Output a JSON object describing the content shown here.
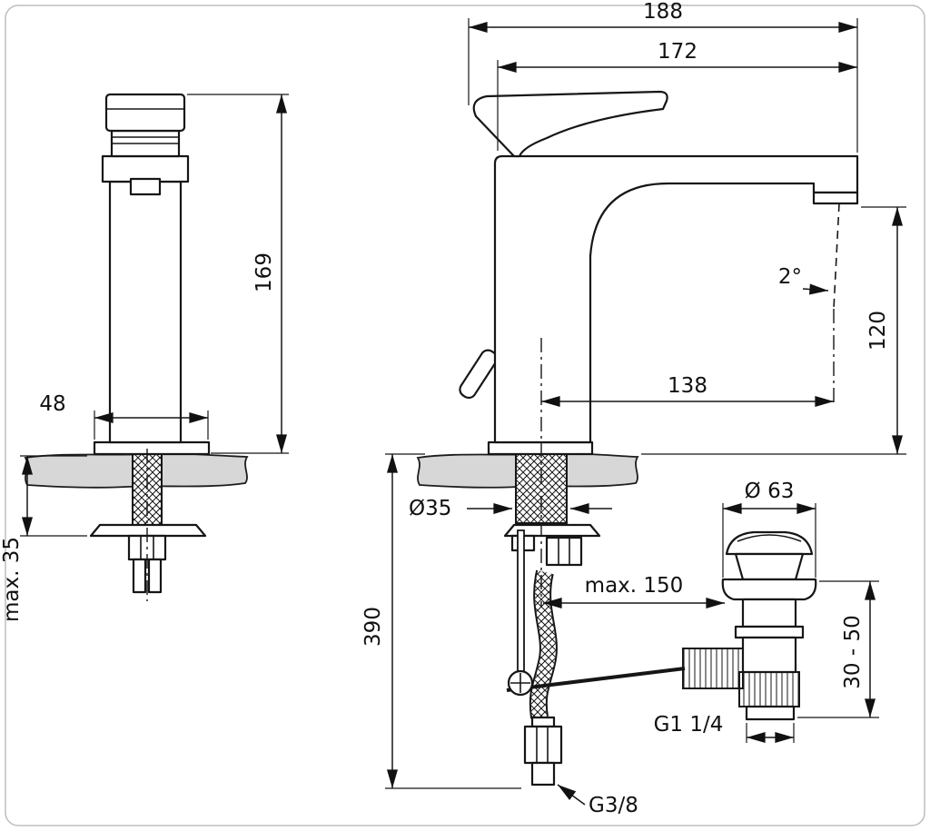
{
  "dimensions": {
    "overall_width": "188",
    "spout_projection": "172",
    "left_height": "169",
    "left_base_width": "48",
    "max_deck_thickness": "max. 35",
    "spray_angle": "2°",
    "spout_height": "120",
    "outlet_reach": "138",
    "hole_diameter": "Ø35",
    "supply_height": "390",
    "waste_cap_diameter": "Ø 63",
    "rod_reach": "max. 150",
    "waste_range": "30 - 50",
    "waste_thread": "G1 1/4",
    "supply_thread": "G3/8"
  },
  "colors": {
    "line": "#161616",
    "deck_fill": "#d7d7d7",
    "background": "#ffffff",
    "frame": "#bdbdbd"
  }
}
